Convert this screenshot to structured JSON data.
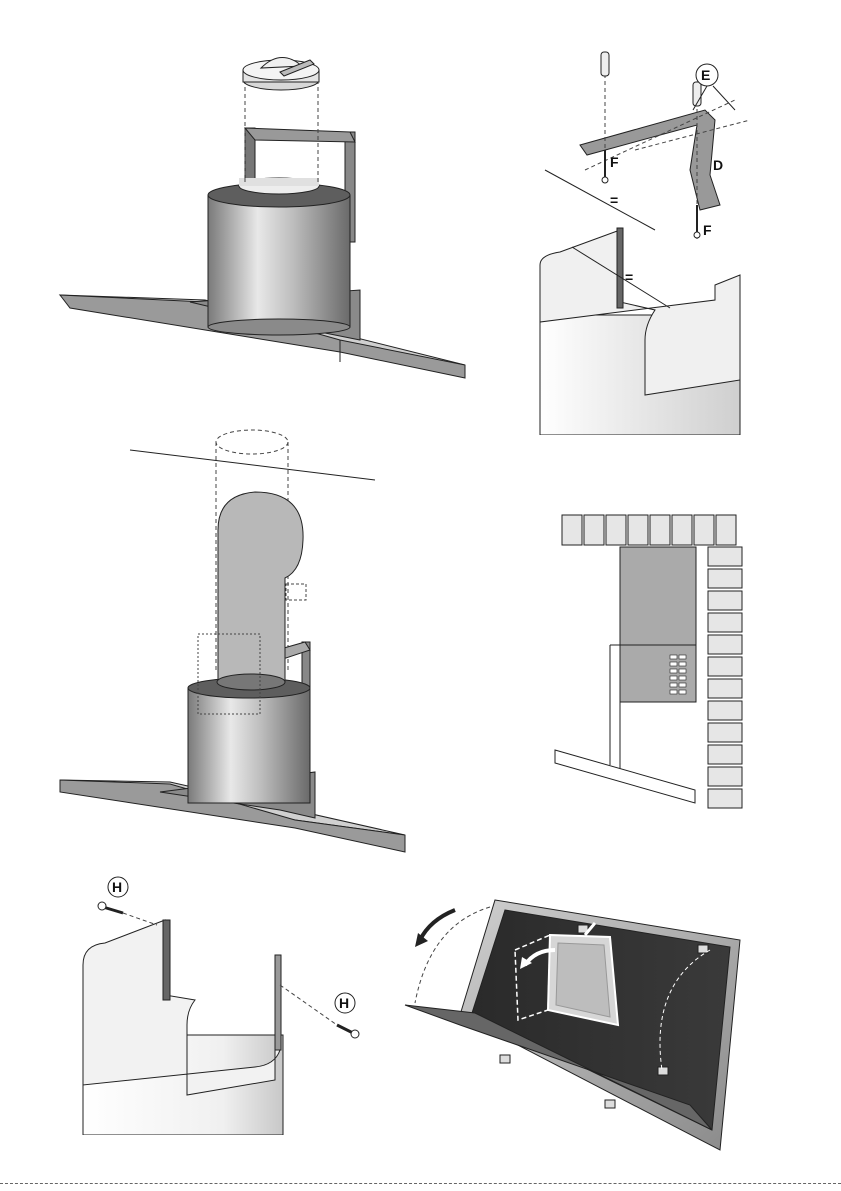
{
  "labels": {
    "e": "E",
    "d": "D",
    "f1": "F",
    "f2": "F",
    "eq1": "=",
    "eq2": "=",
    "h1": "H",
    "h2": "H"
  },
  "colors": {
    "steel_light": "#e6e6e6",
    "steel_mid": "#b4b4b4",
    "steel_dark": "#6e6e6e",
    "base_gray": "#c8c8c8",
    "chimney_gray": "#aaaaaa",
    "brick": "#e8e8e8",
    "line": "#222222",
    "dashed": "#444444"
  }
}
